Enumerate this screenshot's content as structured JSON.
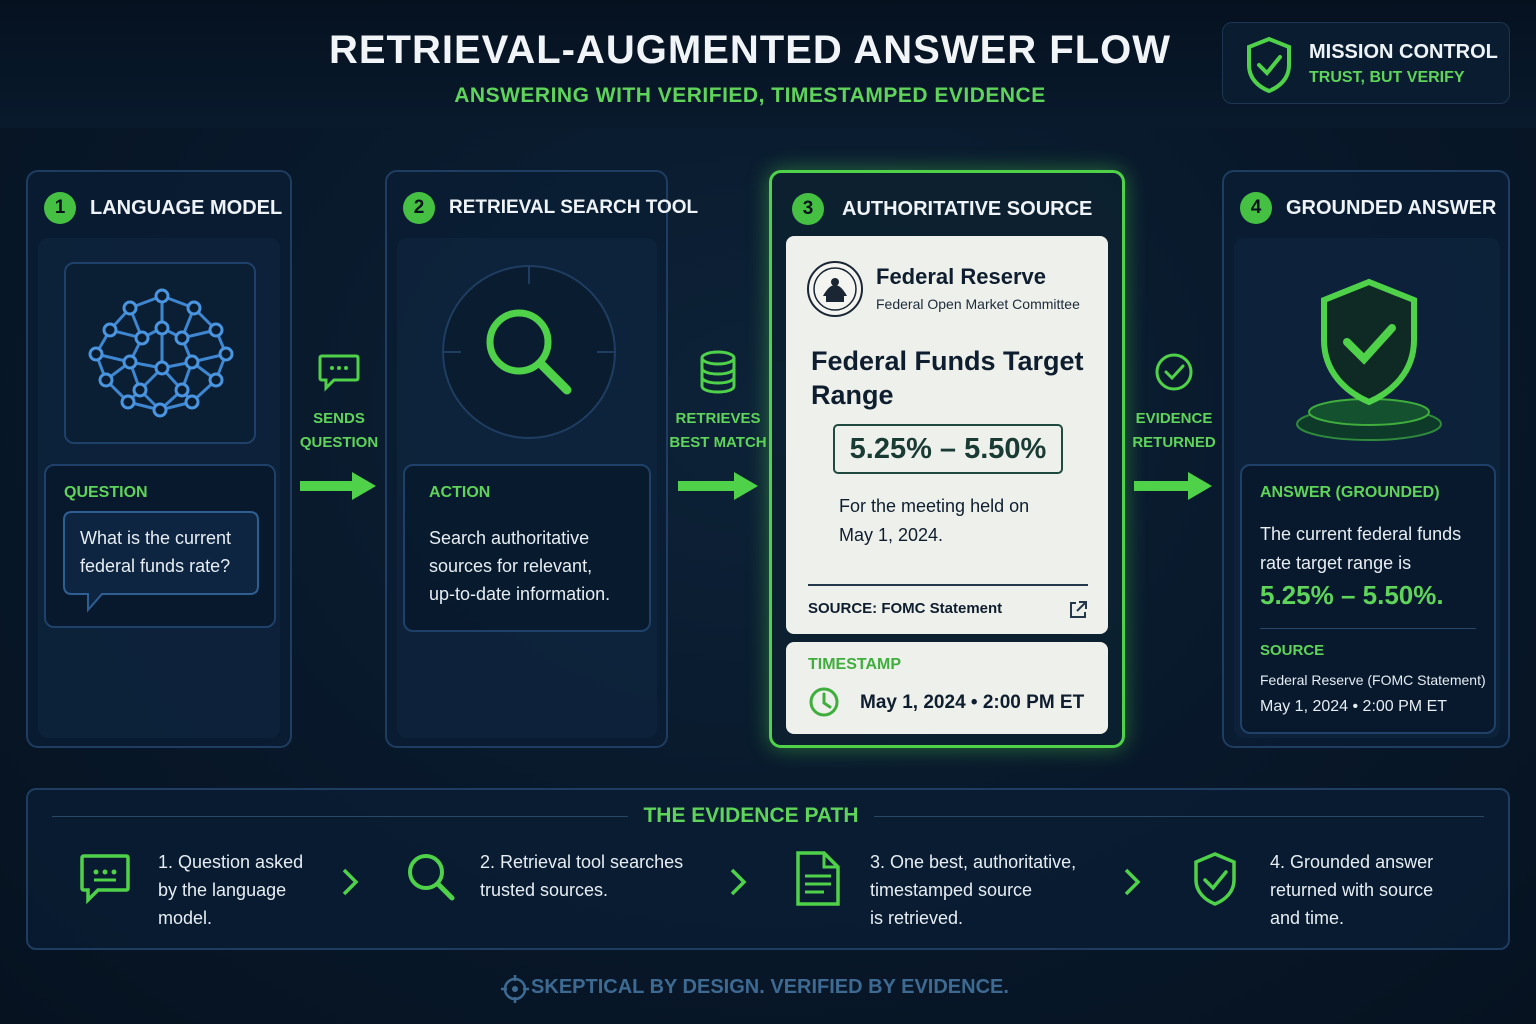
{
  "header": {
    "title": "RETRIEVAL-AUGMENTED ANSWER FLOW",
    "subtitle": "ANSWERING WITH VERIFIED, TIMESTAMPED EVIDENCE"
  },
  "mission": {
    "title": "MISSION CONTROL",
    "tagline": "TRUST, BUT VERIFY"
  },
  "panels": [
    {
      "num": "1",
      "title": "LANGUAGE MODEL",
      "label": "QUESTION",
      "text": [
        "What is the current",
        "federal funds rate?"
      ]
    },
    {
      "num": "2",
      "title": "RETRIEVAL SEARCH TOOL",
      "label": "ACTION",
      "text": [
        "Search authoritative",
        "sources for relevant,",
        "up-to-date information."
      ]
    },
    {
      "num": "3",
      "title": "AUTHORITATIVE SOURCE"
    },
    {
      "num": "4",
      "title": "GROUNDED ANSWER",
      "label": "ANSWER (GROUNDED)",
      "text": [
        "The current federal funds",
        "rate target range is"
      ],
      "value": "5.25% – 5.50%.",
      "source_label": "SOURCE",
      "source": "Federal Reserve (FOMC Statement)",
      "source_time": "May 1, 2024  •  2:00 PM ET"
    }
  ],
  "connectors": [
    {
      "line1": "SENDS",
      "line2": "QUESTION"
    },
    {
      "line1": "RETRIEVES",
      "line2": "BEST MATCH"
    },
    {
      "line1": "EVIDENCE",
      "line2": "RETURNED"
    }
  ],
  "document": {
    "org": "Federal Reserve",
    "org_sub": "Federal Open Market Committee",
    "heading": "Federal Funds Target Range",
    "rate": "5.25% – 5.50%",
    "meeting": [
      "For the meeting held on",
      "May 1, 2024."
    ],
    "source": "SOURCE: FOMC Statement",
    "timestamp_label": "TIMESTAMP",
    "timestamp": "May 1, 2024  •  2:00 PM ET"
  },
  "evidence": {
    "title": "THE EVIDENCE PATH",
    "steps": [
      {
        "icon": "chat-icon",
        "lines": [
          "1. Question asked",
          "by the language",
          "model."
        ]
      },
      {
        "icon": "search-icon",
        "lines": [
          "2. Retrieval tool searches",
          "trusted sources."
        ]
      },
      {
        "icon": "document-icon",
        "lines": [
          "3. One best, authoritative,",
          "timestamped source",
          "is retrieved."
        ]
      },
      {
        "icon": "shield-check-icon",
        "lines": [
          "4. Grounded answer",
          "returned with source",
          "and time."
        ]
      }
    ]
  },
  "footer": "SKEPTICAL BY DESIGN.  VERIFIED BY EVIDENCE.",
  "colors": {
    "accent": "#5fd45a",
    "panel_border": "#1f3d60",
    "background": "#08182a",
    "blue_icon": "#3f86d0"
  }
}
